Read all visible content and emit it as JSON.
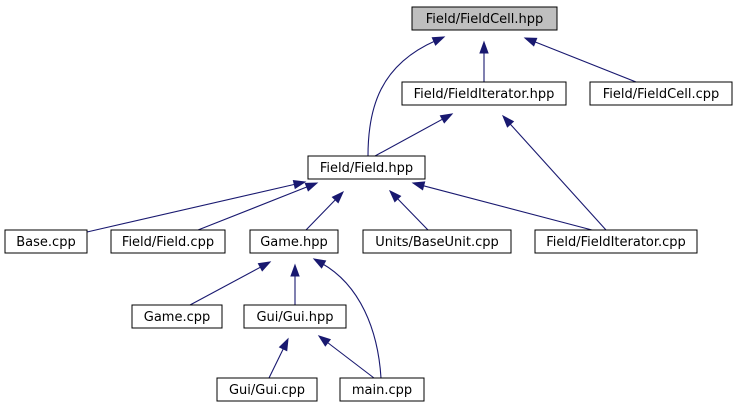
{
  "diagram": {
    "colors": {
      "root_fill": "#bfbfbf",
      "node_fill": "#ffffff",
      "edge": "#191970",
      "border": "#000000"
    },
    "nodes": [
      {
        "id": "fieldcell_hpp",
        "label": "Field/FieldCell.hpp",
        "highlighted": true
      },
      {
        "id": "fielditerator_hpp",
        "label": "Field/FieldIterator.hpp"
      },
      {
        "id": "fieldcell_cpp",
        "label": "Field/FieldCell.cpp"
      },
      {
        "id": "field_hpp",
        "label": "Field/Field.hpp"
      },
      {
        "id": "base_cpp",
        "label": "Base.cpp"
      },
      {
        "id": "field_cpp",
        "label": "Field/Field.cpp"
      },
      {
        "id": "game_hpp",
        "label": "Game.hpp"
      },
      {
        "id": "baseunit_cpp",
        "label": "Units/BaseUnit.cpp"
      },
      {
        "id": "fielditerator_cpp",
        "label": "Field/FieldIterator.cpp"
      },
      {
        "id": "game_cpp",
        "label": "Game.cpp"
      },
      {
        "id": "gui_hpp",
        "label": "Gui/Gui.hpp"
      },
      {
        "id": "gui_cpp",
        "label": "Gui/Gui.cpp"
      },
      {
        "id": "main_cpp",
        "label": "main.cpp"
      }
    ],
    "edges": [
      {
        "from": "fielditerator_hpp",
        "to": "fieldcell_hpp"
      },
      {
        "from": "fieldcell_cpp",
        "to": "fieldcell_hpp"
      },
      {
        "from": "field_hpp",
        "to": "fieldcell_hpp"
      },
      {
        "from": "field_hpp",
        "to": "fielditerator_hpp"
      },
      {
        "from": "fielditerator_cpp",
        "to": "fielditerator_hpp"
      },
      {
        "from": "base_cpp",
        "to": "field_hpp"
      },
      {
        "from": "field_cpp",
        "to": "field_hpp"
      },
      {
        "from": "game_hpp",
        "to": "field_hpp"
      },
      {
        "from": "baseunit_cpp",
        "to": "field_hpp"
      },
      {
        "from": "fielditerator_cpp",
        "to": "field_hpp"
      },
      {
        "from": "game_cpp",
        "to": "game_hpp"
      },
      {
        "from": "gui_hpp",
        "to": "game_hpp"
      },
      {
        "from": "main_cpp",
        "to": "game_hpp"
      },
      {
        "from": "gui_cpp",
        "to": "gui_hpp"
      },
      {
        "from": "main_cpp",
        "to": "gui_hpp"
      }
    ]
  }
}
